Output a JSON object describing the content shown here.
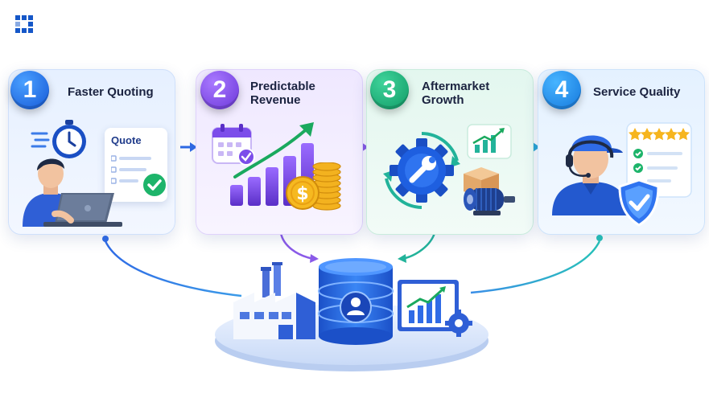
{
  "steps": [
    {
      "number": "1",
      "title": "Faster Quoting"
    },
    {
      "number": "2",
      "title": "Predictable\nRevenue"
    },
    {
      "number": "3",
      "title": "Aftermarket\nGrowth"
    },
    {
      "number": "4",
      "title": "Service Quality"
    }
  ],
  "quote_label": "Quote",
  "colors": {
    "step1": "#1557d6",
    "step2": "#6a36d9",
    "step3": "#0f9a66",
    "step4": "#1477dc",
    "connector": "#3b7be8",
    "brand": "#1557c8"
  },
  "icons": [
    "logo-icon",
    "stopwatch-icon",
    "laptop-user-icon",
    "quote-document-icon",
    "check-icon",
    "calendar-icon",
    "bar-chart-icon",
    "coins-icon",
    "gear-wrench-icon",
    "motor-icon",
    "box-icon",
    "agent-headset-icon",
    "rating-stars-icon",
    "shield-check-icon",
    "factory-icon",
    "database-icon",
    "dashboard-chart-icon"
  ]
}
